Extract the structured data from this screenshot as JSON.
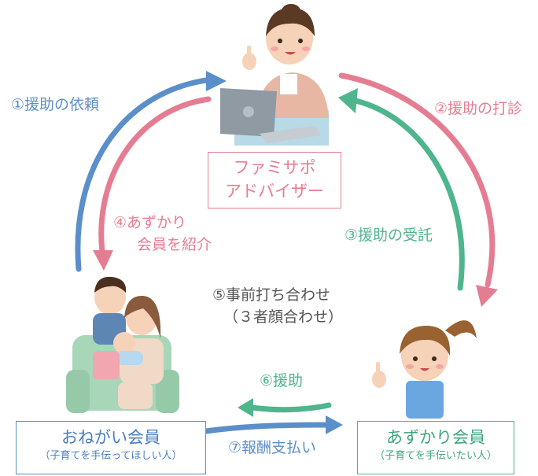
{
  "diagram": {
    "center_box": {
      "line1": "ファミサポ",
      "line2": "アドバイザー"
    },
    "left_box": {
      "title": "おねがい会員",
      "subtitle": "（子育てを手伝ってほしい人）"
    },
    "right_box": {
      "title": "あずかり会員",
      "subtitle": "（子育てを手伝いたい人）"
    },
    "steps": {
      "s1": "①援助の依頼",
      "s2": "②援助の打診",
      "s3": "③援助の受託",
      "s4_line1": "④あずかり",
      "s4_line2": "会員を紹介",
      "s5_line1": "⑤事前打ち合わせ",
      "s5_line2": "（３者顔合わせ）",
      "s6": "⑥援助",
      "s7": "⑦報酬支払い"
    },
    "colors": {
      "blue": "#5b8fc9",
      "pink": "#e57d92",
      "green": "#4fb58d"
    }
  }
}
